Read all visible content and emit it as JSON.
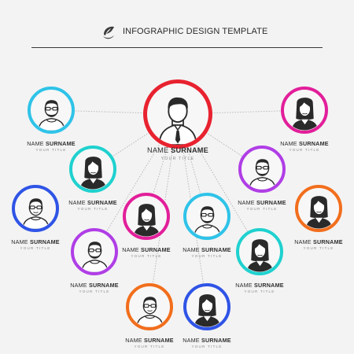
{
  "header": {
    "title": "INFOGRAPHIC DESIGN TEMPLATE",
    "logo_icon": "leaf-swirl-icon"
  },
  "colors": {
    "red": "#e8222f",
    "cyan": "#2fc3e8",
    "magenta": "#e21f9a",
    "purple": "#b03ee6",
    "blue": "#2f54e6",
    "orange": "#f26e1c",
    "teal": "#1fd1cf",
    "line": "#b8b8b8"
  },
  "people": [
    {
      "id": "chief",
      "first": "NAME",
      "last": "SURNAME",
      "role": "YOUR TITLE",
      "color": "red",
      "avatar": "man-suit"
    },
    {
      "id": "top-left",
      "first": "NAME",
      "last": "SURNAME",
      "role": "YOUR TITLE",
      "color": "cyan",
      "avatar": "man-glasses-beard"
    },
    {
      "id": "top-right",
      "first": "NAME",
      "last": "SURNAME",
      "role": "YOUR TITLE",
      "color": "magenta",
      "avatar": "woman"
    },
    {
      "id": "mid-left",
      "first": "NAME",
      "last": "SURNAME",
      "role": "YOUR TITLE",
      "color": "teal",
      "avatar": "woman"
    },
    {
      "id": "mid-right",
      "first": "NAME",
      "last": "SURNAME",
      "role": "YOUR TITLE",
      "color": "purple",
      "avatar": "man-glasses-beard"
    },
    {
      "id": "far-left",
      "first": "NAME",
      "last": "SURNAME",
      "role": "YOUR TITLE",
      "color": "blue",
      "avatar": "man-glasses"
    },
    {
      "id": "far-right",
      "first": "NAME",
      "last": "SURNAME",
      "role": "YOUR TITLE",
      "color": "orange",
      "avatar": "woman"
    },
    {
      "id": "inner-left",
      "first": "NAME",
      "last": "SURNAME",
      "role": "YOUR TITLE",
      "color": "magenta",
      "avatar": "woman"
    },
    {
      "id": "inner-right",
      "first": "NAME",
      "last": "SURNAME",
      "role": "YOUR TITLE",
      "color": "cyan",
      "avatar": "man-glasses-beard"
    },
    {
      "id": "low-left",
      "first": "NAME",
      "last": "SURNAME",
      "role": "YOUR TITLE",
      "color": "purple",
      "avatar": "man-glasses-beard"
    },
    {
      "id": "low-right",
      "first": "NAME",
      "last": "SURNAME",
      "role": "YOUR TITLE",
      "color": "teal",
      "avatar": "woman"
    },
    {
      "id": "bottom-left",
      "first": "NAME",
      "last": "SURNAME",
      "role": "YOUR TITLE",
      "color": "orange",
      "avatar": "man-glasses"
    },
    {
      "id": "bottom-right",
      "first": "NAME",
      "last": "SURNAME",
      "role": "YOUR TITLE",
      "color": "blue",
      "avatar": "woman"
    }
  ]
}
